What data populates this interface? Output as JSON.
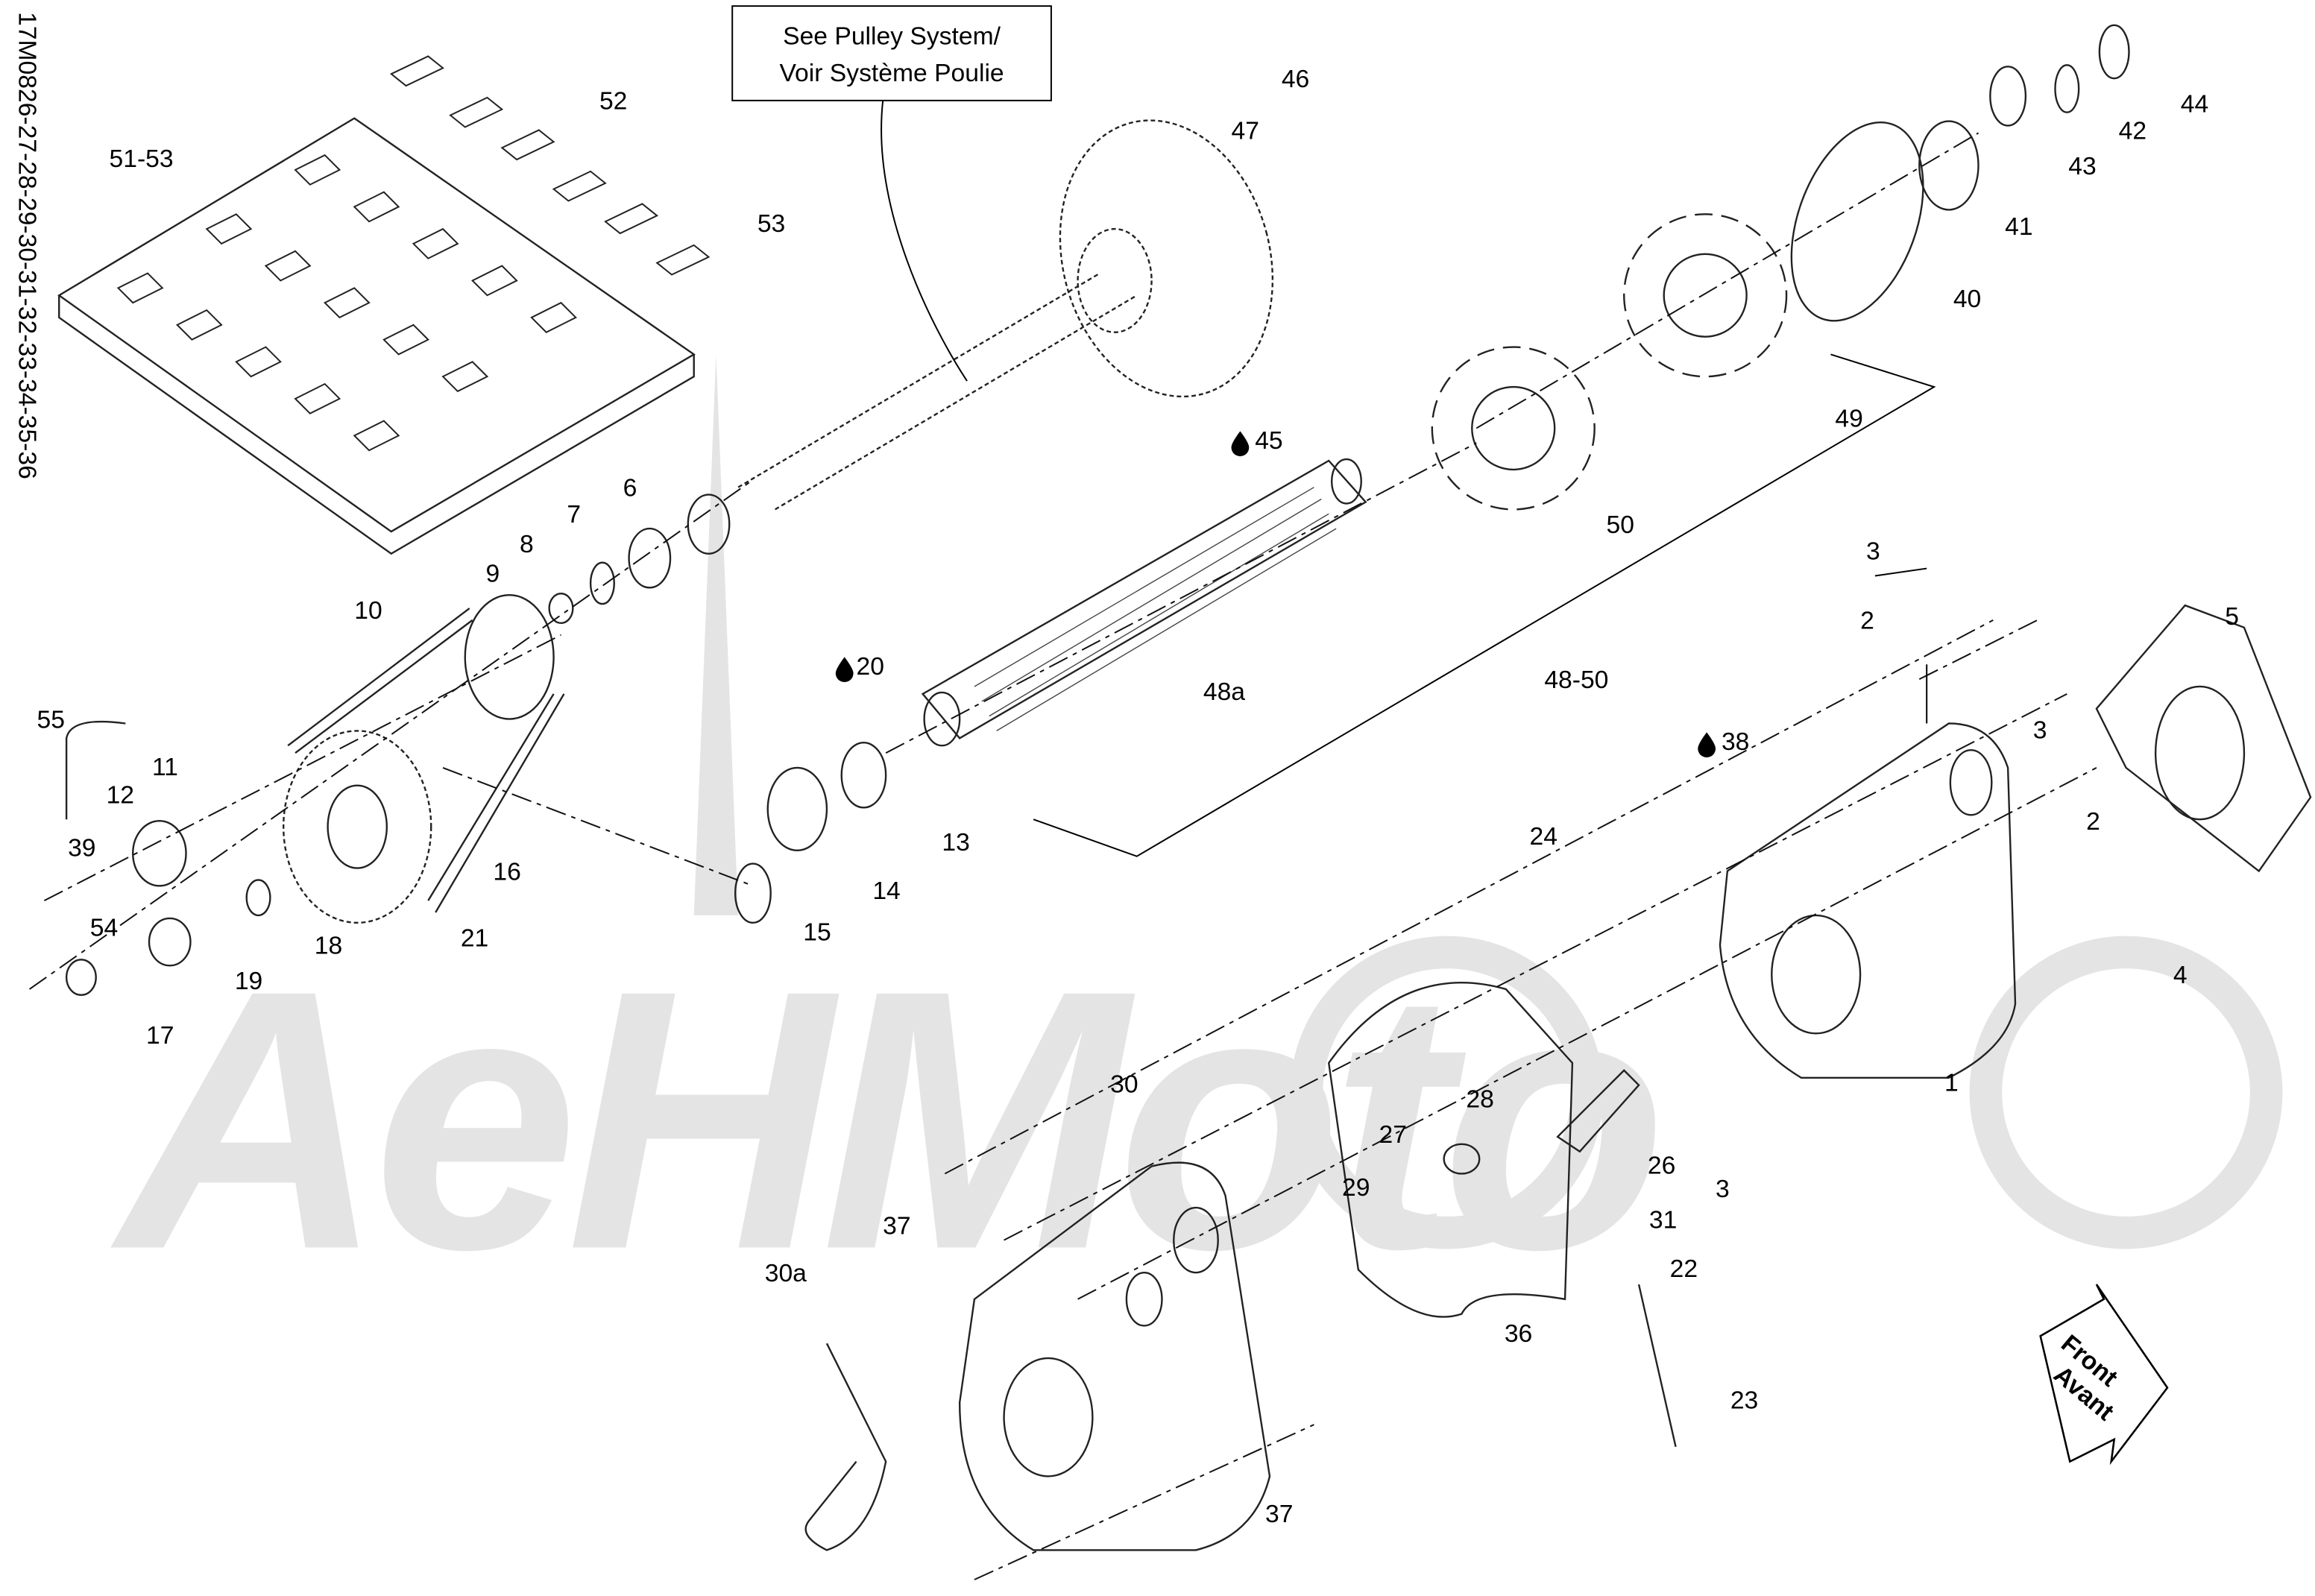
{
  "diagram_code": "17M0826-27-28-29-30-31-32-33-34-35-36",
  "callout_box": {
    "line1": "See Pulley System/",
    "line2": "Voir Système Poulie"
  },
  "front_arrow": {
    "line1": "Front",
    "line2": "Avant"
  },
  "watermark": "AeHMoto",
  "labels": [
    "52",
    "51-53",
    "53",
    "46",
    "47",
    "44",
    "42",
    "43",
    "41",
    "40",
    "49",
    "50",
    "45",
    "6",
    "7",
    "8",
    "9",
    "10",
    "20",
    "48a",
    "48-50",
    "3",
    "2",
    "5",
    "3",
    "2",
    "38",
    "55",
    "11",
    "12",
    "39",
    "16",
    "13",
    "14",
    "24",
    "54",
    "18",
    "21",
    "15",
    "19",
    "4",
    "17",
    "1",
    "30",
    "28",
    "27",
    "26",
    "3",
    "29",
    "31",
    "37",
    "22",
    "30a",
    "36",
    "23",
    "37"
  ],
  "colors": {
    "ink": "#000000",
    "watermark": "#e4e4e4"
  }
}
